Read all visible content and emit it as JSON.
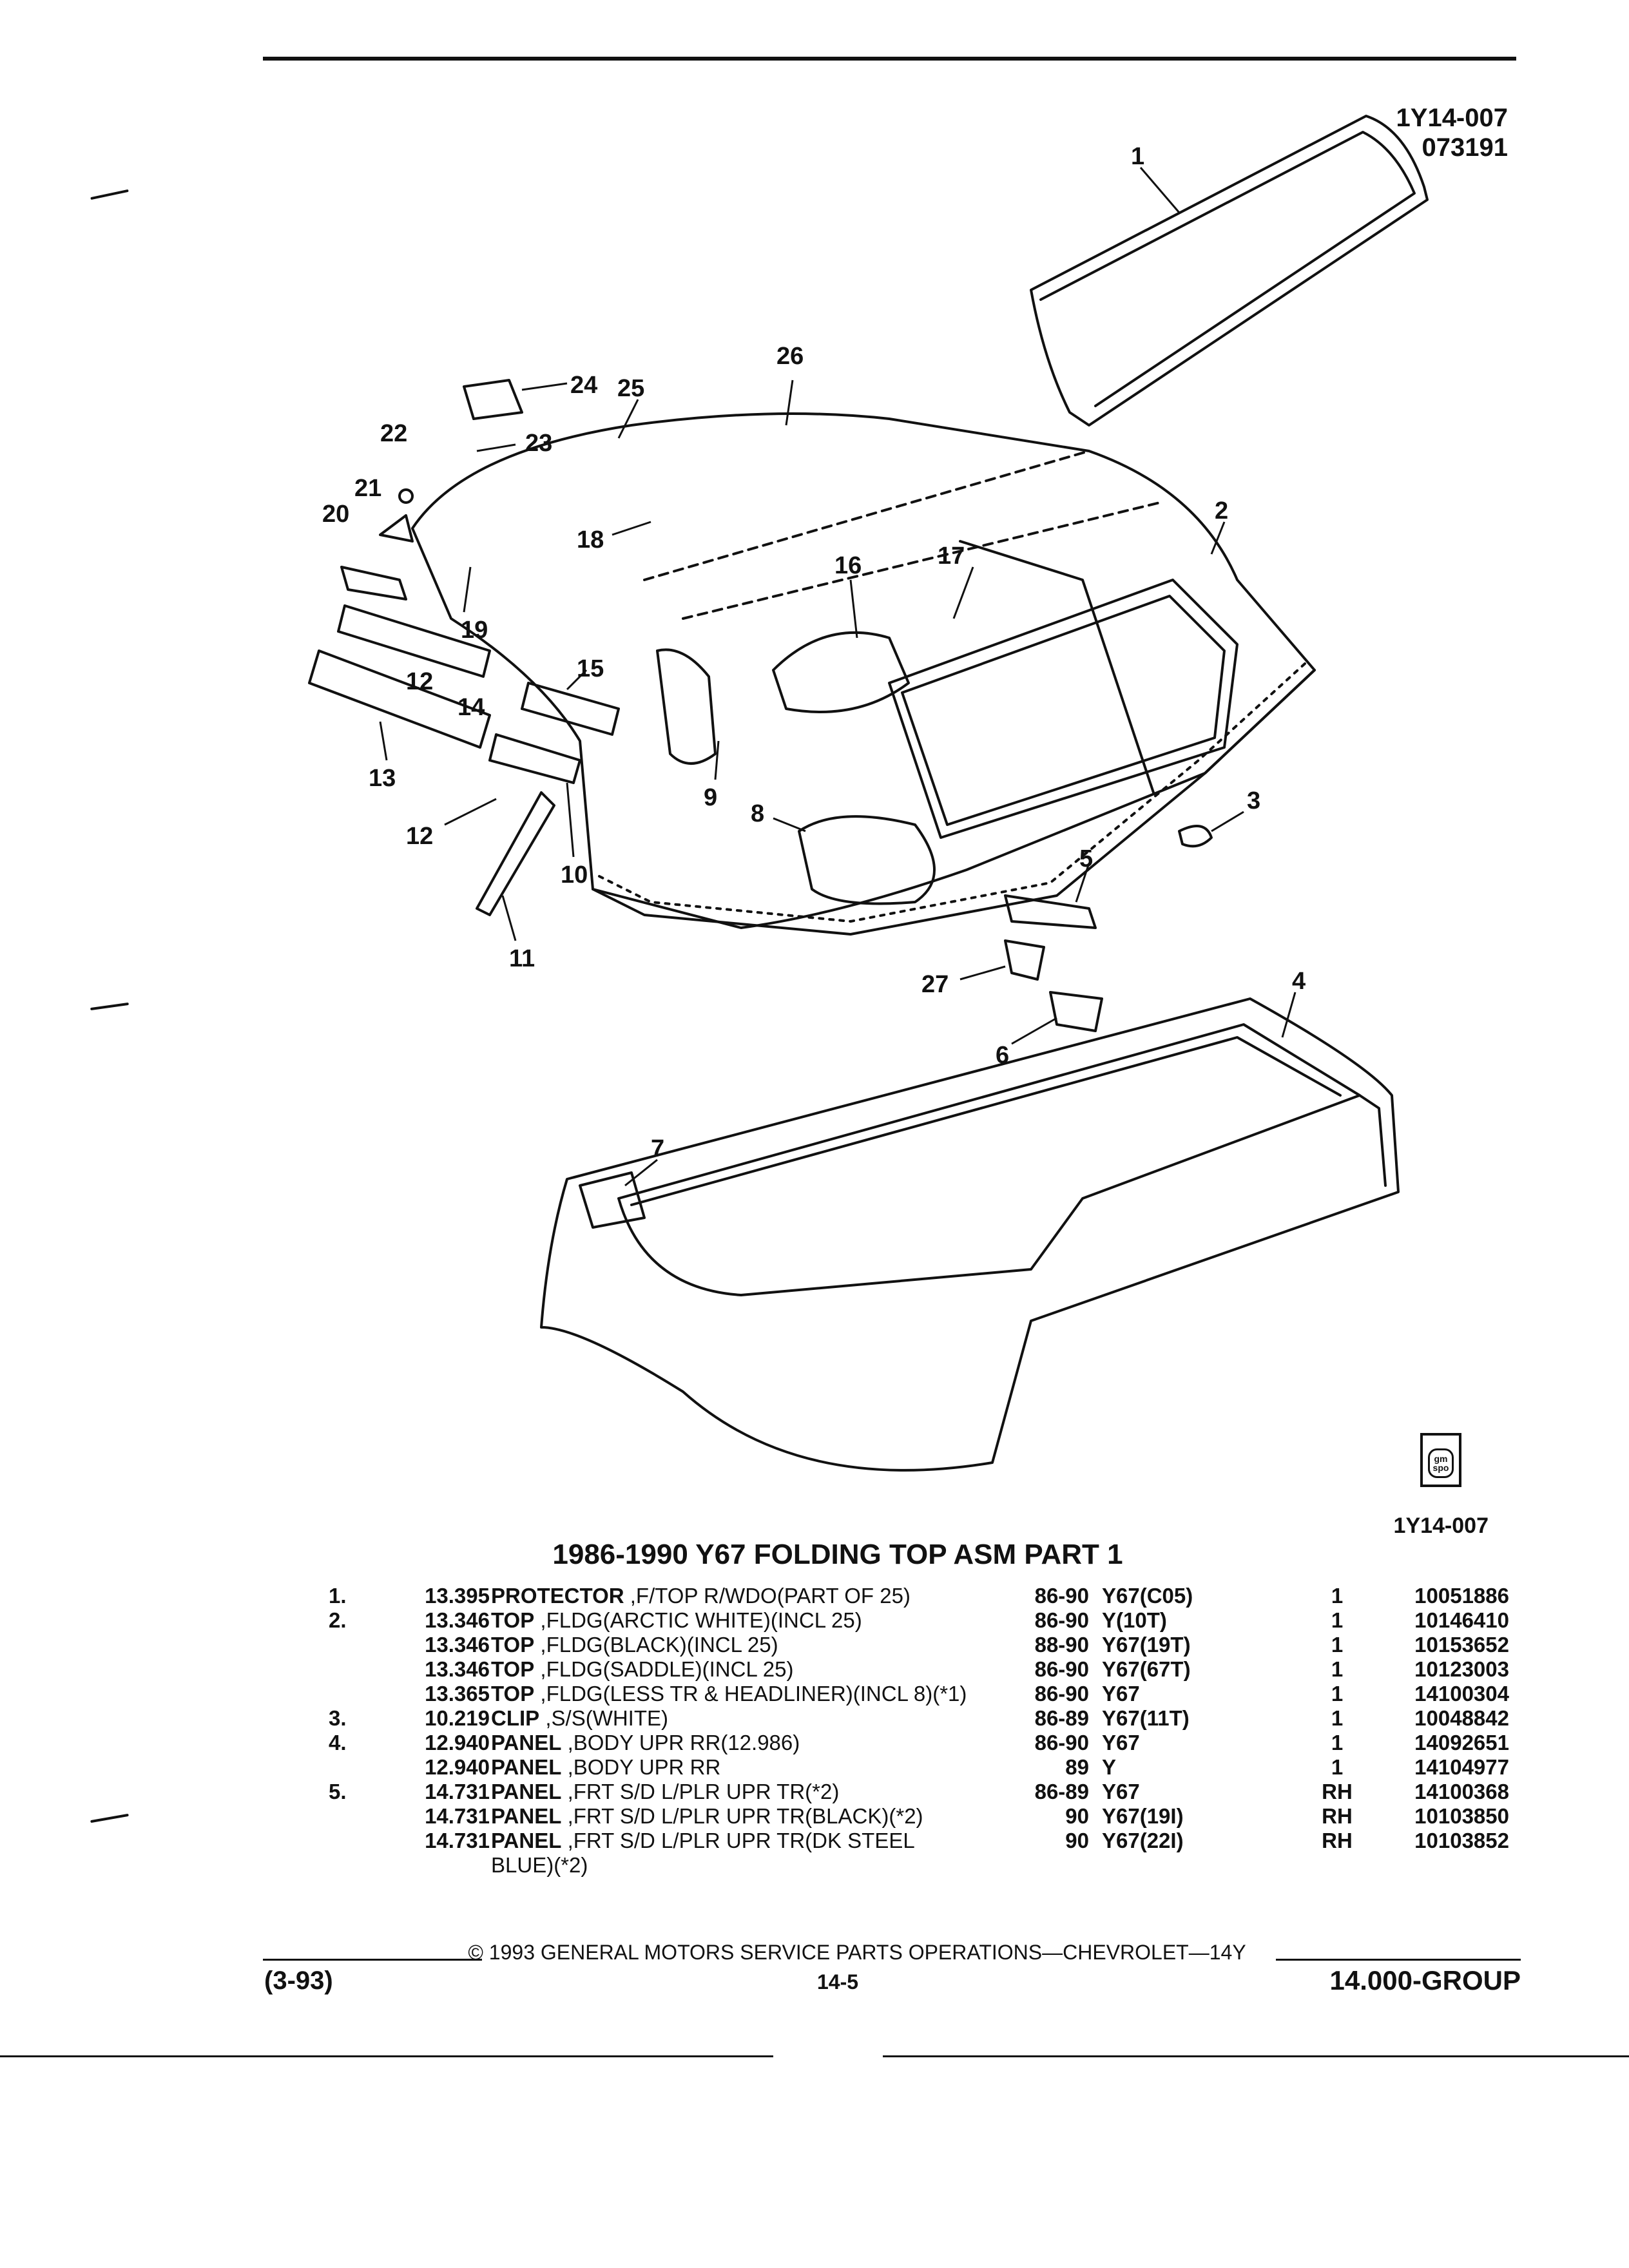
{
  "diagram": {
    "illustration_id": "1Y14-007",
    "illustration_date": "073191",
    "callouts": [
      "1",
      "2",
      "3",
      "4",
      "5",
      "6",
      "7",
      "8",
      "9",
      "10",
      "11",
      "12",
      "12",
      "13",
      "14",
      "15",
      "16",
      "17",
      "18",
      "19",
      "20",
      "21",
      "22",
      "23",
      "24",
      "25",
      "26",
      "27"
    ]
  },
  "logo": {
    "text": "gm spo"
  },
  "section_title": "1986-1990 Y67 FOLDING TOP ASM PART 1",
  "parts": [
    {
      "num": "1.",
      "code": "13.395",
      "name": "PROTECTOR",
      "desc": " ,F/TOP R/WDO(PART OF 25)",
      "years": "86-90",
      "model": "Y67(C05)",
      "qty": "1",
      "part": "10051886"
    },
    {
      "num": "2.",
      "code": "13.346",
      "name": "TOP",
      "desc": " ,FLDG(ARCTIC WHITE)(INCL 25)",
      "years": "86-90",
      "model": "Y(10T)",
      "qty": "1",
      "part": "10146410"
    },
    {
      "num": "",
      "code": "13.346",
      "name": "TOP",
      "desc": " ,FLDG(BLACK)(INCL 25)",
      "years": "88-90",
      "model": "Y67(19T)",
      "qty": "1",
      "part": "10153652"
    },
    {
      "num": "",
      "code": "13.346",
      "name": "TOP",
      "desc": " ,FLDG(SADDLE)(INCL 25)",
      "years": "86-90",
      "model": "Y67(67T)",
      "qty": "1",
      "part": "10123003"
    },
    {
      "num": "",
      "code": "13.365",
      "name": "TOP",
      "desc": " ,FLDG(LESS TR & HEADLINER)(INCL 8)(*1)",
      "years": "86-90",
      "model": "Y67",
      "qty": "1",
      "part": "14100304"
    },
    {
      "num": "3.",
      "code": "10.219",
      "name": "CLIP",
      "desc": " ,S/S(WHITE)",
      "years": "86-89",
      "model": "Y67(11T)",
      "qty": "1",
      "part": "10048842"
    },
    {
      "num": "4.",
      "code": "12.940",
      "name": "PANEL",
      "desc": " ,BODY UPR RR(12.986)",
      "years": "86-90",
      "model": "Y67",
      "qty": "1",
      "part": "14092651"
    },
    {
      "num": "",
      "code": "12.940",
      "name": "PANEL",
      "desc": " ,BODY UPR RR",
      "years": "89",
      "model": "Y",
      "qty": "1",
      "part": "14104977"
    },
    {
      "num": "5.",
      "code": "14.731",
      "name": "PANEL",
      "desc": " ,FRT S/D L/PLR UPR TR(*2)",
      "years": "86-89",
      "model": "Y67",
      "qty": "RH",
      "part": "14100368"
    },
    {
      "num": "",
      "code": "14.731",
      "name": "PANEL",
      "desc": " ,FRT S/D L/PLR UPR TR(BLACK)(*2)",
      "years": "90",
      "model": "Y67(19I)",
      "qty": "RH",
      "part": "10103850"
    },
    {
      "num": "",
      "code": "14.731",
      "name": "PANEL",
      "desc": " ,FRT S/D L/PLR UPR TR(DK STEEL",
      "years": "90",
      "model": "Y67(22I)",
      "qty": "RH",
      "part": "10103852"
    }
  ],
  "parts_continuation": "BLUE)(*2)",
  "footer": {
    "copyright": "© 1993 GENERAL MOTORS SERVICE PARTS OPERATIONS—CHEVROLET—14Y",
    "date": "(3-93)",
    "page": "14-5",
    "group": "14.000-GROUP"
  }
}
